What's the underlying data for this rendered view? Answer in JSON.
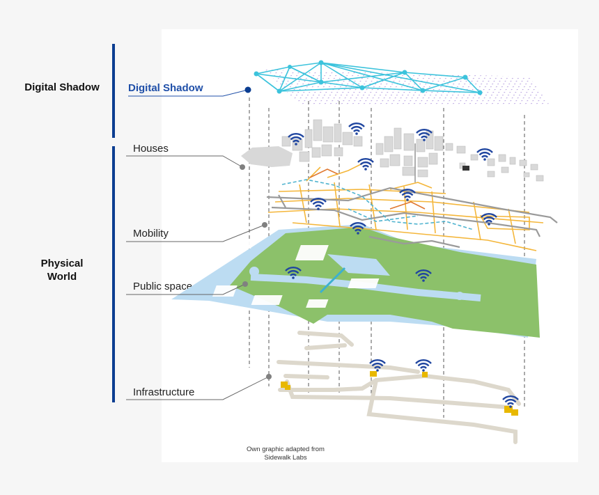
{
  "side": {
    "digital_shadow": "Digital Shadow",
    "physical_world_line1": "Physical",
    "physical_world_line2": "World"
  },
  "layers": {
    "digital_shadow": "Digital Shadow",
    "houses": "Houses",
    "mobility": "Mobility",
    "public_space": "Public space",
    "infrastructure": "Infrastructure"
  },
  "credit": {
    "line1": "Own graphic adapted from",
    "line2": "Sidewalk Labs"
  },
  "colors": {
    "bar": "#0b3d91",
    "digital_shadow_text": "#1f4fa8",
    "network": "#3cc3dc",
    "grid": "#b9a3e0",
    "buildings": "#d9d9d9",
    "roads_orange": "#f4b63a",
    "roads_gray": "#9a9a9a",
    "water": "#bcdcf2",
    "green": "#8cc16a",
    "tunnels": "#ddd8cc",
    "wifi": "#2046a0",
    "pipe_nodes": "#e8b800"
  },
  "icons": [
    "wifi-icon",
    "leader-dot"
  ]
}
